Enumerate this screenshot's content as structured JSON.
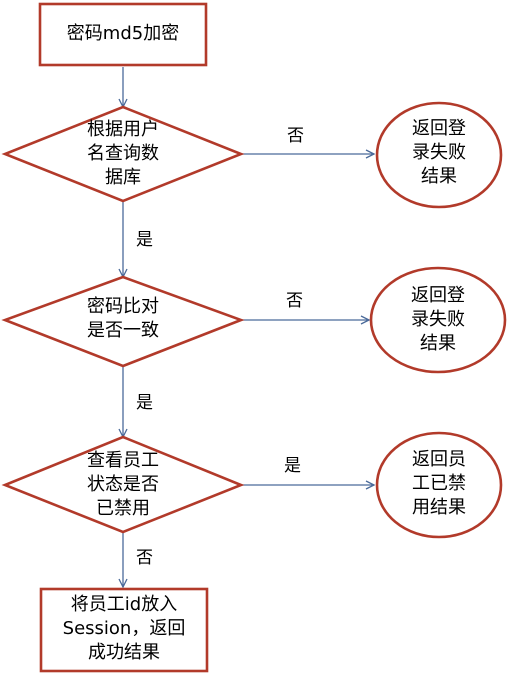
{
  "flowchart": {
    "start_box": {
      "text": "密码md5加密"
    },
    "decision_1": {
      "line1": "根据用户",
      "line2": "名查询数",
      "line3": "据库"
    },
    "result_1": {
      "line1": "返回登",
      "line2": "录失败",
      "line3": "结果"
    },
    "decision_1_no_label": "否",
    "decision_1_yes_label": "是",
    "decision_2": {
      "line1": "密码比对",
      "line2": "是否一致"
    },
    "result_2": {
      "line1": "返回登",
      "line2": "录失败",
      "line3": "结果"
    },
    "decision_2_no_label": "否",
    "decision_2_yes_label": "是",
    "decision_3": {
      "line1": "查看员工",
      "line2": "状态是否",
      "line3": "已禁用"
    },
    "result_3": {
      "line1": "返回员",
      "line2": "工已禁",
      "line3": "用结果"
    },
    "decision_3_yes_label": "是",
    "decision_3_no_label": "否",
    "end_box": {
      "line1": "将员工id放入",
      "line2": "Session，返回",
      "line3": "成功结果"
    }
  },
  "colors": {
    "shape_border": "#b23a2a",
    "shape_fill": "#ffffff",
    "connector": "#4a6a9a"
  }
}
